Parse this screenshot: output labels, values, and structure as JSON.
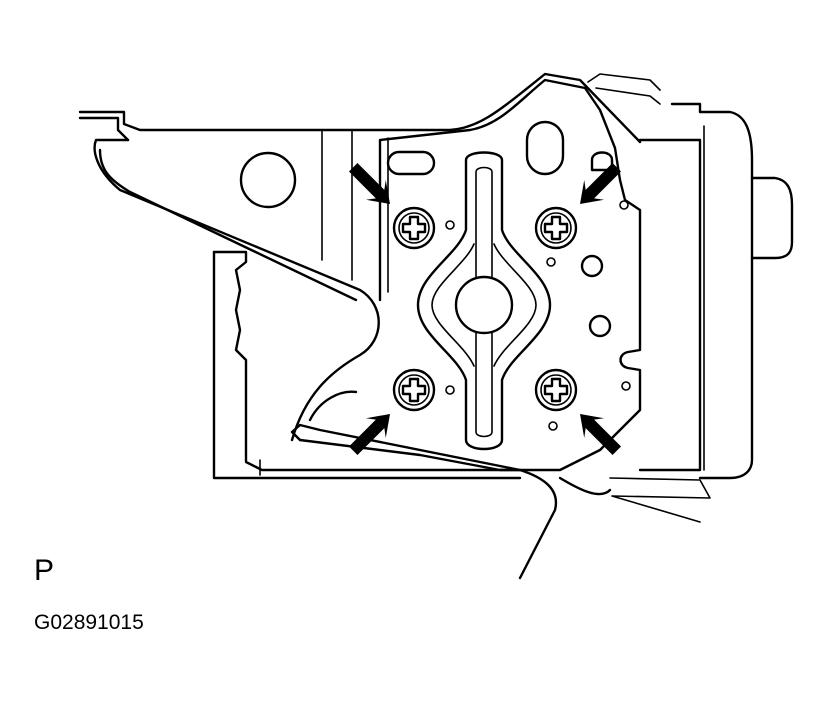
{
  "diagram": {
    "view_label": "P",
    "figure_code": "G02891015",
    "parts": {
      "bolt_count": 4,
      "arrow_count": 4
    },
    "colors": {
      "line": "#000000",
      "background": "#ffffff",
      "arrow": "#000000"
    }
  }
}
